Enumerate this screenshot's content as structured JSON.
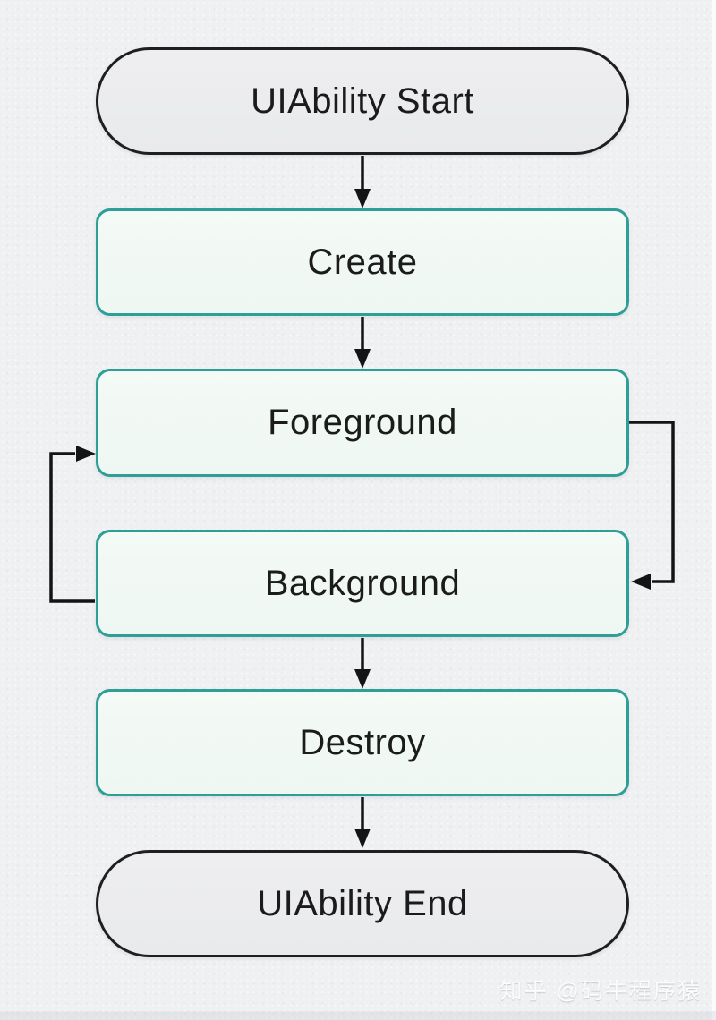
{
  "diagram": {
    "name": "UIAbility lifecycle flowchart",
    "nodes": [
      {
        "id": "uiability-start",
        "label": "UIAbility Start",
        "shape": "stadium"
      },
      {
        "id": "create",
        "label": "Create",
        "shape": "rounded-rect"
      },
      {
        "id": "foreground",
        "label": "Foreground",
        "shape": "rounded-rect"
      },
      {
        "id": "background",
        "label": "Background",
        "shape": "rounded-rect"
      },
      {
        "id": "destroy",
        "label": "Destroy",
        "shape": "rounded-rect"
      },
      {
        "id": "uiability-end",
        "label": "UIAbility End",
        "shape": "stadium"
      }
    ],
    "edges": [
      {
        "from": "uiability-start",
        "to": "create",
        "route": "straight-down"
      },
      {
        "from": "create",
        "to": "foreground",
        "route": "straight-down"
      },
      {
        "from": "foreground",
        "to": "background",
        "route": "right-side-loop"
      },
      {
        "from": "background",
        "to": "foreground",
        "route": "left-side-loop"
      },
      {
        "from": "background",
        "to": "destroy",
        "route": "straight-down"
      },
      {
        "from": "destroy",
        "to": "uiability-end",
        "route": "straight-down"
      }
    ],
    "colors": {
      "page_background": "#eef0f2",
      "terminal_fill": "#ececee",
      "terminal_border": "#1f1f1f",
      "state_fill": "#f1f8f4",
      "state_border": "#2f9e97",
      "arrow": "#141414",
      "label_text": "#1b1b1b"
    }
  },
  "watermark": {
    "text": "知乎 @码牛程序猿"
  }
}
